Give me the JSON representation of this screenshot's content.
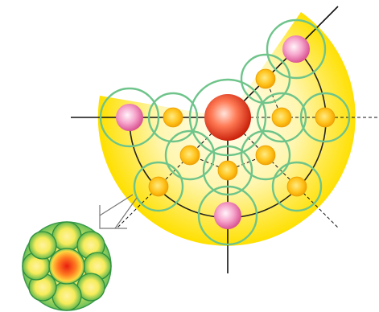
{
  "colors": {
    "sector_outer": "#ffe000",
    "sector_inner": "#fffde8",
    "ring_stroke": "#6ec48a",
    "axis_stroke": "#111111",
    "arc_stroke": "#222222",
    "atom_large_center": "#ffd0c0",
    "atom_large_edge": "#d82a10",
    "atom_medium_center": "#fff0f8",
    "atom_medium_edge": "#e0609c",
    "atom_small_center": "#ffe680",
    "atom_small_edge": "#f2a000",
    "inset_green": "#4caf50",
    "inset_red": "#e53010"
  },
  "legend": {
    "description_icons": [
      "large-atom",
      "medium-atom",
      "small-atom",
      "interaction-ring",
      "inset-cluster"
    ]
  }
}
